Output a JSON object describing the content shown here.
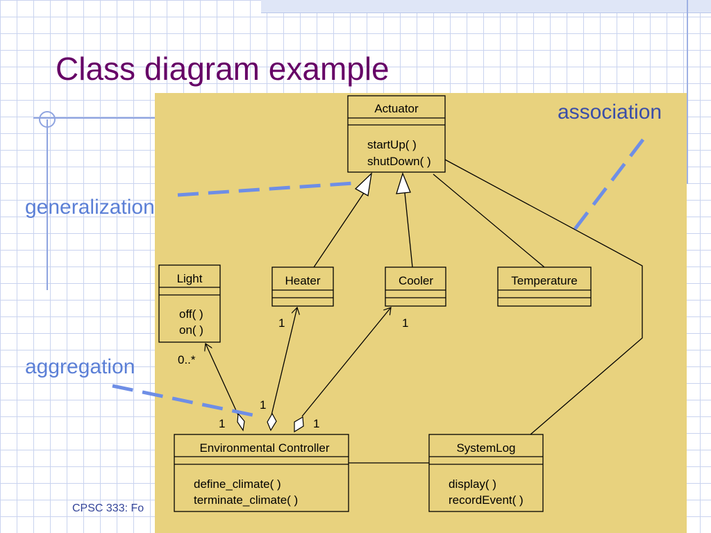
{
  "slide": {
    "title": "Class diagram example",
    "footer": "CPSC 333: Fo"
  },
  "annotations": {
    "generalization": "generalization",
    "aggregation": "aggregation",
    "association": "association"
  },
  "classes": {
    "actuator": {
      "name": "Actuator",
      "methods": [
        "startUp( )",
        "shutDown( )"
      ]
    },
    "light": {
      "name": "Light",
      "methods": [
        "off( )",
        "on( )"
      ]
    },
    "heater": {
      "name": "Heater"
    },
    "cooler": {
      "name": "Cooler"
    },
    "temperature": {
      "name": "Temperature"
    },
    "env_controller": {
      "name": "Environmental Controller",
      "methods": [
        "define_climate( )",
        "terminate_climate( )"
      ]
    },
    "systemlog": {
      "name": "SystemLog",
      "methods": [
        "display( )",
        "recordEvent( )"
      ]
    }
  },
  "multiplicities": {
    "heater_end": "1",
    "cooler_end": "1",
    "light_end": "0..*",
    "ctrl_light": "1",
    "ctrl_heater": "1",
    "ctrl_cooler": "1"
  },
  "colors": {
    "title": "#660066",
    "annotation": "#5b7fd6",
    "panel": "#e8d27e",
    "dashed_pointer": "#6e8ee6"
  }
}
